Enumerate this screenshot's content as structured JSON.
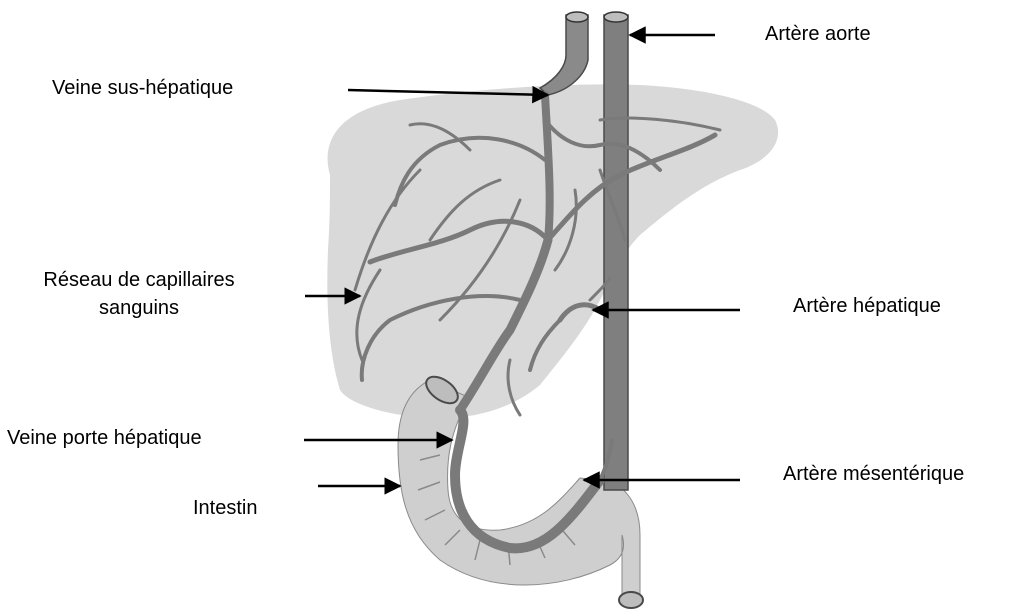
{
  "labels": {
    "aorta": "Artère aorte",
    "hepatic_vein": "Veine sus-hépatique",
    "capillary_network_line1": "Réseau de capillaires",
    "capillary_network_line2": "sanguins",
    "hepatic_artery": "Artère hépatique",
    "portal_vein": "Veine porte hépatique",
    "mesenteric_artery": "Artère mésentérique",
    "intestine": "Intestin"
  },
  "colors": {
    "liver": "#d6d6d6",
    "intestine": "#cfcfcf",
    "vessel": "#8a8a8a",
    "vessel_outline": "#4a4a4a",
    "arrow": "#000000"
  }
}
